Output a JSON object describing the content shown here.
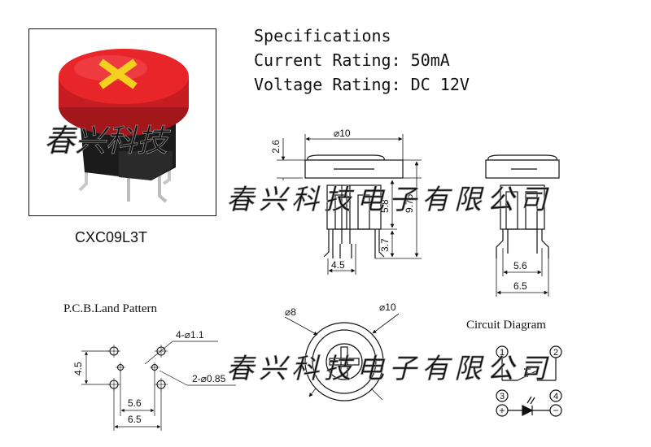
{
  "product": {
    "model": "CXC09L3T",
    "brand_watermark_short": "春兴科技",
    "brand_watermark_full": "春兴科技电子有限公司",
    "cap_color": "#e8262a",
    "mark_color": "#f2d21e"
  },
  "specifications": {
    "title": "Specifications",
    "current": "Current Rating: 50mA",
    "voltage": "Voltage Rating: DC 12V"
  },
  "front_view": {
    "diameter": "⌀10",
    "cap_height": "2.6",
    "body_height": "5.8",
    "pin_length": "3.7",
    "total_height": "9.75",
    "pin_pitch": "4.5"
  },
  "side_view": {
    "inner_width": "5.6",
    "outer_width": "6.5"
  },
  "pcb": {
    "title": "P.C.B.Land Pattern",
    "hole_large": "4-⌀1.1",
    "hole_small": "2-⌀0.85",
    "pitch_vertical": "4.5",
    "pitch_inner": "5.6",
    "pitch_outer": "6.5"
  },
  "top_view": {
    "inner_diameter": "⌀8",
    "outer_diameter": "⌀10"
  },
  "circuit": {
    "title": "Circuit Diagram",
    "pin1": "1",
    "pin2": "2",
    "pin3": "3",
    "pin4": "4",
    "plus": "+",
    "minus": "−"
  }
}
